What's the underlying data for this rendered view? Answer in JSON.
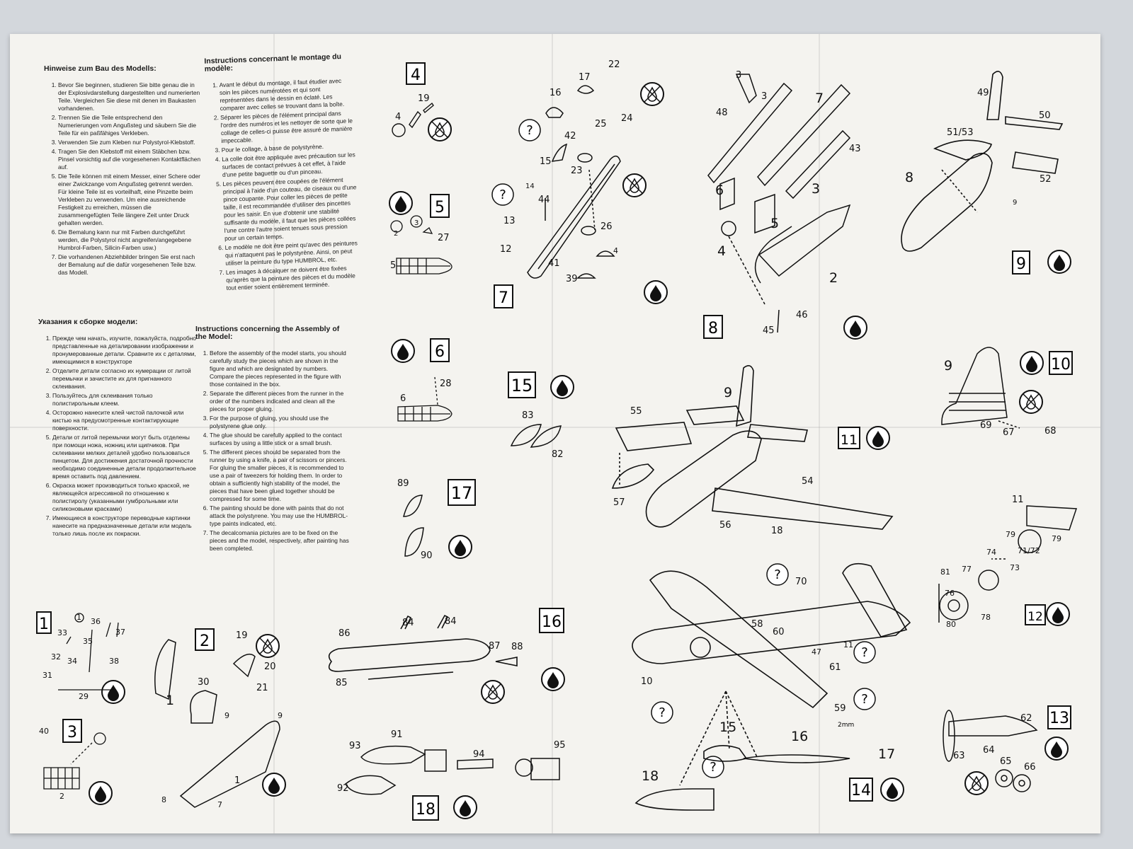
{
  "instructions": {
    "german": {
      "title": "Hinweise zum Bau des Modells:",
      "items": [
        "Bevor Sie beginnen, studieren Sie bitte genau die in der Explosivdarstellung dargestellten und numerierten Teile. Vergleichen Sie diese mit denen im Baukasten vorhandenen.",
        "Trennen Sie die Teile entsprechend den Numerierungen vom Angußsteg und säubern Sie die Teile für ein paßfähiges Verkleben.",
        "Verwenden Sie zum Kleben nur Polystyrol-Klebstoff.",
        "Tragen Sie den Klebstoff mit einem Stäbchen bzw. Pinsel vorsichtig auf die vorgesehenen Kontaktflächen auf.",
        "Die Teile können mit einem Messer, einer Schere oder einer Zwickzange vom Angußsteg getrennt werden. Für kleine Teile ist es vorteilhaft, eine Pinzette beim Verkleben zu verwenden. Um eine ausreichende Festigkeit zu erreichen, müssen die zusammengefügten Teile längere Zeit unter Druck gehalten werden.",
        "Die Bemalung kann nur mit Farben durchgeführt werden, die Polystyrol nicht angreifen/angegebene Humbrol-Farben, Silicin-Farben usw.)",
        "Die vorhandenen Abziehbilder bringen Sie erst nach der Bemalung auf die dafür vorgesehenen Teile bzw. das Modell."
      ]
    },
    "french": {
      "title": "Instructions concernant le montage du modèle:",
      "items": [
        "Avant le début du montage, il faut étudier avec soin les pièces numérotées et qui sont représentées dans le dessin en éclaté. Les comparer avec celles se trouvant dans la boîte.",
        "Séparer les pièces de l'élément principal dans l'ordre des numéros et les nettoyer de sorte que le collage de celles-ci puisse être assuré de manière impeccable.",
        "Pour le collage, à base de polystyrène.",
        "La colle doit être appliquée avec précaution sur les surfaces de contact prévues à cet effet, à l'aide d'une petite baguette ou d'un pinceau.",
        "Les pièces peuvent être coupées de l'élément principal à l'aide d'un couteau, de ciseaux ou d'une pince coupante. Pour coller les pièces de petite taille, il est recommandée d'utiliser des pincettes pour les saisir. En vue d'obtenir une stabilité suffisante du modèle, il faut que les pièces collées l'une contre l'autre soient tenues sous pression pour un certain temps.",
        "Le modèle ne doit être peint qu'avec des peintures qui n'attaquent pas le polystyrène. Ainsi, on peut utiliser la peinture du type HUMBROL, etc.",
        "Les images à décalquer ne doivent être fixées qu'après que la peinture des pièces et du modèle tout entier soient entièrement terminée."
      ]
    },
    "russian": {
      "title": "Указания к сборке модели:",
      "items": [
        "Прежде чем начать, изучите, пожалуйста, подробно представленные на деталировании изображении и пронумерованные детали. Сравните их с деталями, имеющимися в конструкторе",
        "Отделите детали согласно их нумерации от литой перемычки и зачистите их для пригнанного склеивания.",
        "Пользуйтесь для склеивания только полистирольным клеем.",
        "Осторожно нанесите клей чистой палочкой или кистью на предусмотренные контактирующие поверхности.",
        "Детали от литой перемычки могут быть отделены при помощи ножа, ножниц или щипчиков. При склеивании мелких деталей удобно пользоваться пинцетом. Для достижения достаточной прочности необходимо соединенные детали продолжительное время оставить под давлением.",
        "Окраска может производиться только краской, не являющейся агрессивной по отношению к полистиролу (указанными гумброльными или силиконовыми красками)",
        "Имеющиеся в конструкторе переводные картинки нанесите на предназначенные детали или модель только лишь после их покраски."
      ]
    },
    "english": {
      "title": "Instructions concerning the Assembly of the Model:",
      "items": [
        "Before the assembly of the model starts, you should carefully study the pieces which are shown in the figure and which are designated by numbers. Compare the pieces represented in the figure with those contained in the box.",
        "Separate the different pieces from the runner in the order of the numbers indicated and clean all the pieces for proper gluing.",
        "For the purpose of gluing, you should use the polystyrene glue only.",
        "The glue should be carefully applied to the contact surfaces by using a little stick or a small brush.",
        "The different pieces should be separated from the runner by using a knife, a pair of scissors or pincers. For gluing the smaller pieces, it is recommended to use a pair of tweezers for holding them. In order to obtain a sufficiently high stability of the model, the pieces that have been glued together should be compressed for some time.",
        "The painting should be done with paints that do not attack the polystyrene. You may use the HUMBROL-type paints indicated, etc.",
        "The decalcomania pictures are to be fixed on the pieces and the model, respectively, after painting has been completed."
      ]
    }
  },
  "steps": {
    "s1": "1",
    "s2": "2",
    "s3": "3",
    "s4": "4",
    "s5": "5",
    "s6": "6",
    "s7": "7",
    "s8": "8",
    "s9": "9",
    "s10": "10",
    "s11": "11",
    "s12": "12",
    "s13": "13",
    "s14": "14",
    "s15": "15",
    "s16": "16",
    "s17": "17",
    "s18": "18"
  },
  "parts": {
    "p1": "1",
    "p2": "2",
    "p3": "3",
    "p4": "4",
    "p5": "5",
    "p6": "6",
    "p7": "7",
    "p8": "8",
    "p9": "9",
    "p10": "10",
    "p11": "11",
    "p12": "12",
    "p13": "13",
    "p14": "14",
    "p15": "15",
    "p16": "16",
    "p17": "17",
    "p18": "18",
    "p19": "19",
    "p20": "20",
    "p21": "21",
    "p22": "22",
    "p23": "23",
    "p24": "24",
    "p25": "25",
    "p26": "26",
    "p27": "27",
    "p28": "28",
    "p29": "29",
    "p30": "30",
    "p31": "31",
    "p32": "32",
    "p33": "33",
    "p34": "34",
    "p35": "35",
    "p36": "36",
    "p37": "37",
    "p38": "38",
    "p39": "39",
    "p40": "40",
    "p41": "41",
    "p42": "42",
    "p43": "43",
    "p44": "44",
    "p45": "45",
    "p46": "46",
    "p47": "47",
    "p48": "48",
    "p49": "49",
    "p50": "50",
    "p51_53": "51/53",
    "p52": "52",
    "p54": "54",
    "p55": "55",
    "p56": "56",
    "p57": "57",
    "p58": "58",
    "p59": "59",
    "p60": "60",
    "p61": "61",
    "p62": "62",
    "p63": "63",
    "p64": "64",
    "p65": "65",
    "p66": "66",
    "p67": "67",
    "p68": "68",
    "p69": "69",
    "p70": "70",
    "p71_72": "71/72",
    "p73": "73",
    "p74": "74",
    "p76": "76",
    "p77": "77",
    "p78": "78",
    "p79": "79",
    "p80": "80",
    "p81": "81",
    "p82": "82",
    "p83": "83",
    "p84": "84",
    "p85": "85",
    "p86": "86",
    "p87": "87",
    "p88": "88",
    "p89": "89",
    "p90": "90",
    "p91": "91",
    "p92": "92",
    "p93": "93",
    "p94": "94",
    "p95": "95"
  },
  "dimension_label": "2mm",
  "question_mark": "?"
}
